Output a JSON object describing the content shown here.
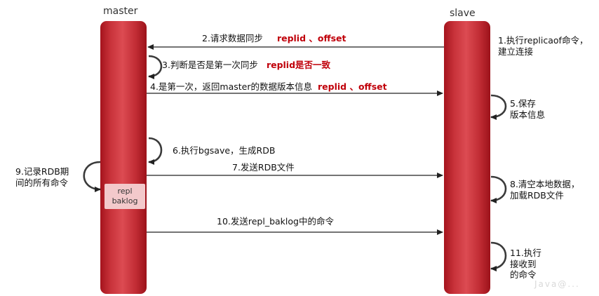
{
  "master": {
    "title": "master"
  },
  "slave": {
    "title": "slave"
  },
  "repl_buffer": {
    "line1": "repl",
    "line2": "baklog"
  },
  "steps": {
    "s1": {
      "line1": "1.执行replicaof命令，",
      "line2": "建立连接"
    },
    "s2": {
      "text": "2.请求数据同步",
      "highlight": "replid 、offset"
    },
    "s3": {
      "text": "3.判断是否是第一次同步",
      "highlight": "replid是否一致"
    },
    "s4": {
      "text": "4.是第一次，返回master的数据版本信息",
      "highlight": "replid 、offset"
    },
    "s5": {
      "line1": "5.保存",
      "line2": "版本信息"
    },
    "s6": {
      "text": "6.执行bgsave，生成RDB"
    },
    "s7": {
      "text": "7.发送RDB文件"
    },
    "s8": {
      "line1": "8.清空本地数据，",
      "line2": "加载RDB文件"
    },
    "s9": {
      "line1": "9.记录RDB期",
      "line2": "间的所有命令"
    },
    "s10": {
      "text": "10.发送repl_baklog中的命令"
    },
    "s11": {
      "line1": "11.执行",
      "line2": "接收到",
      "line3": "的命令"
    }
  },
  "watermark": "Java@..."
}
